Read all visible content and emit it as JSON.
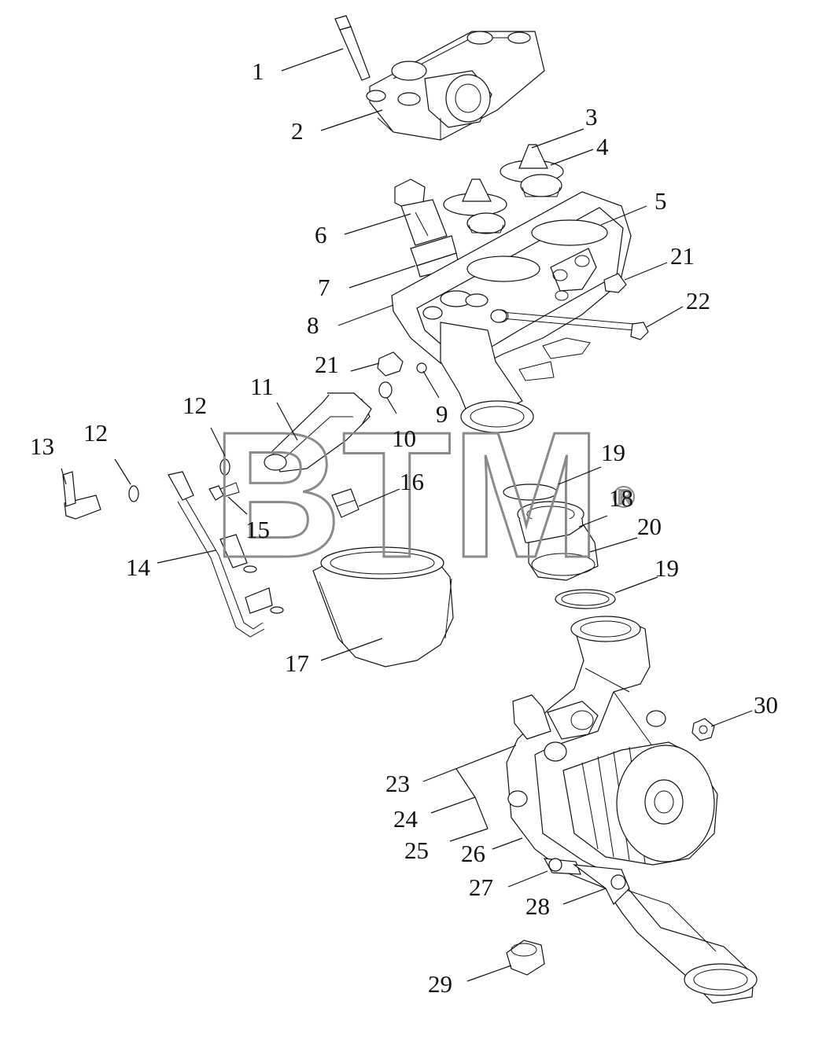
{
  "watermark": {
    "text": "BTM",
    "registered_mark": "R"
  },
  "callouts": [
    {
      "id": "c1",
      "label": "1"
    },
    {
      "id": "c2",
      "label": "2"
    },
    {
      "id": "c3",
      "label": "3"
    },
    {
      "id": "c4",
      "label": "4"
    },
    {
      "id": "c5",
      "label": "5"
    },
    {
      "id": "c6",
      "label": "6"
    },
    {
      "id": "c7",
      "label": "7"
    },
    {
      "id": "c8",
      "label": "8"
    },
    {
      "id": "c9",
      "label": "9"
    },
    {
      "id": "c10",
      "label": "10"
    },
    {
      "id": "c11",
      "label": "11"
    },
    {
      "id": "c12a",
      "label": "12"
    },
    {
      "id": "c12b",
      "label": "12"
    },
    {
      "id": "c13",
      "label": "13"
    },
    {
      "id": "c14",
      "label": "14"
    },
    {
      "id": "c15",
      "label": "15"
    },
    {
      "id": "c16",
      "label": "16"
    },
    {
      "id": "c17",
      "label": "17"
    },
    {
      "id": "c18",
      "label": "18"
    },
    {
      "id": "c19a",
      "label": "19"
    },
    {
      "id": "c19b",
      "label": "19"
    },
    {
      "id": "c20",
      "label": "20"
    },
    {
      "id": "c21a",
      "label": "21"
    },
    {
      "id": "c21b",
      "label": "21"
    },
    {
      "id": "c22",
      "label": "22"
    },
    {
      "id": "c23",
      "label": "23"
    },
    {
      "id": "c24",
      "label": "24"
    },
    {
      "id": "c25",
      "label": "25"
    },
    {
      "id": "c26",
      "label": "26"
    },
    {
      "id": "c27",
      "label": "27"
    },
    {
      "id": "c28",
      "label": "28"
    },
    {
      "id": "c29",
      "label": "29"
    },
    {
      "id": "c30",
      "label": "30"
    }
  ]
}
